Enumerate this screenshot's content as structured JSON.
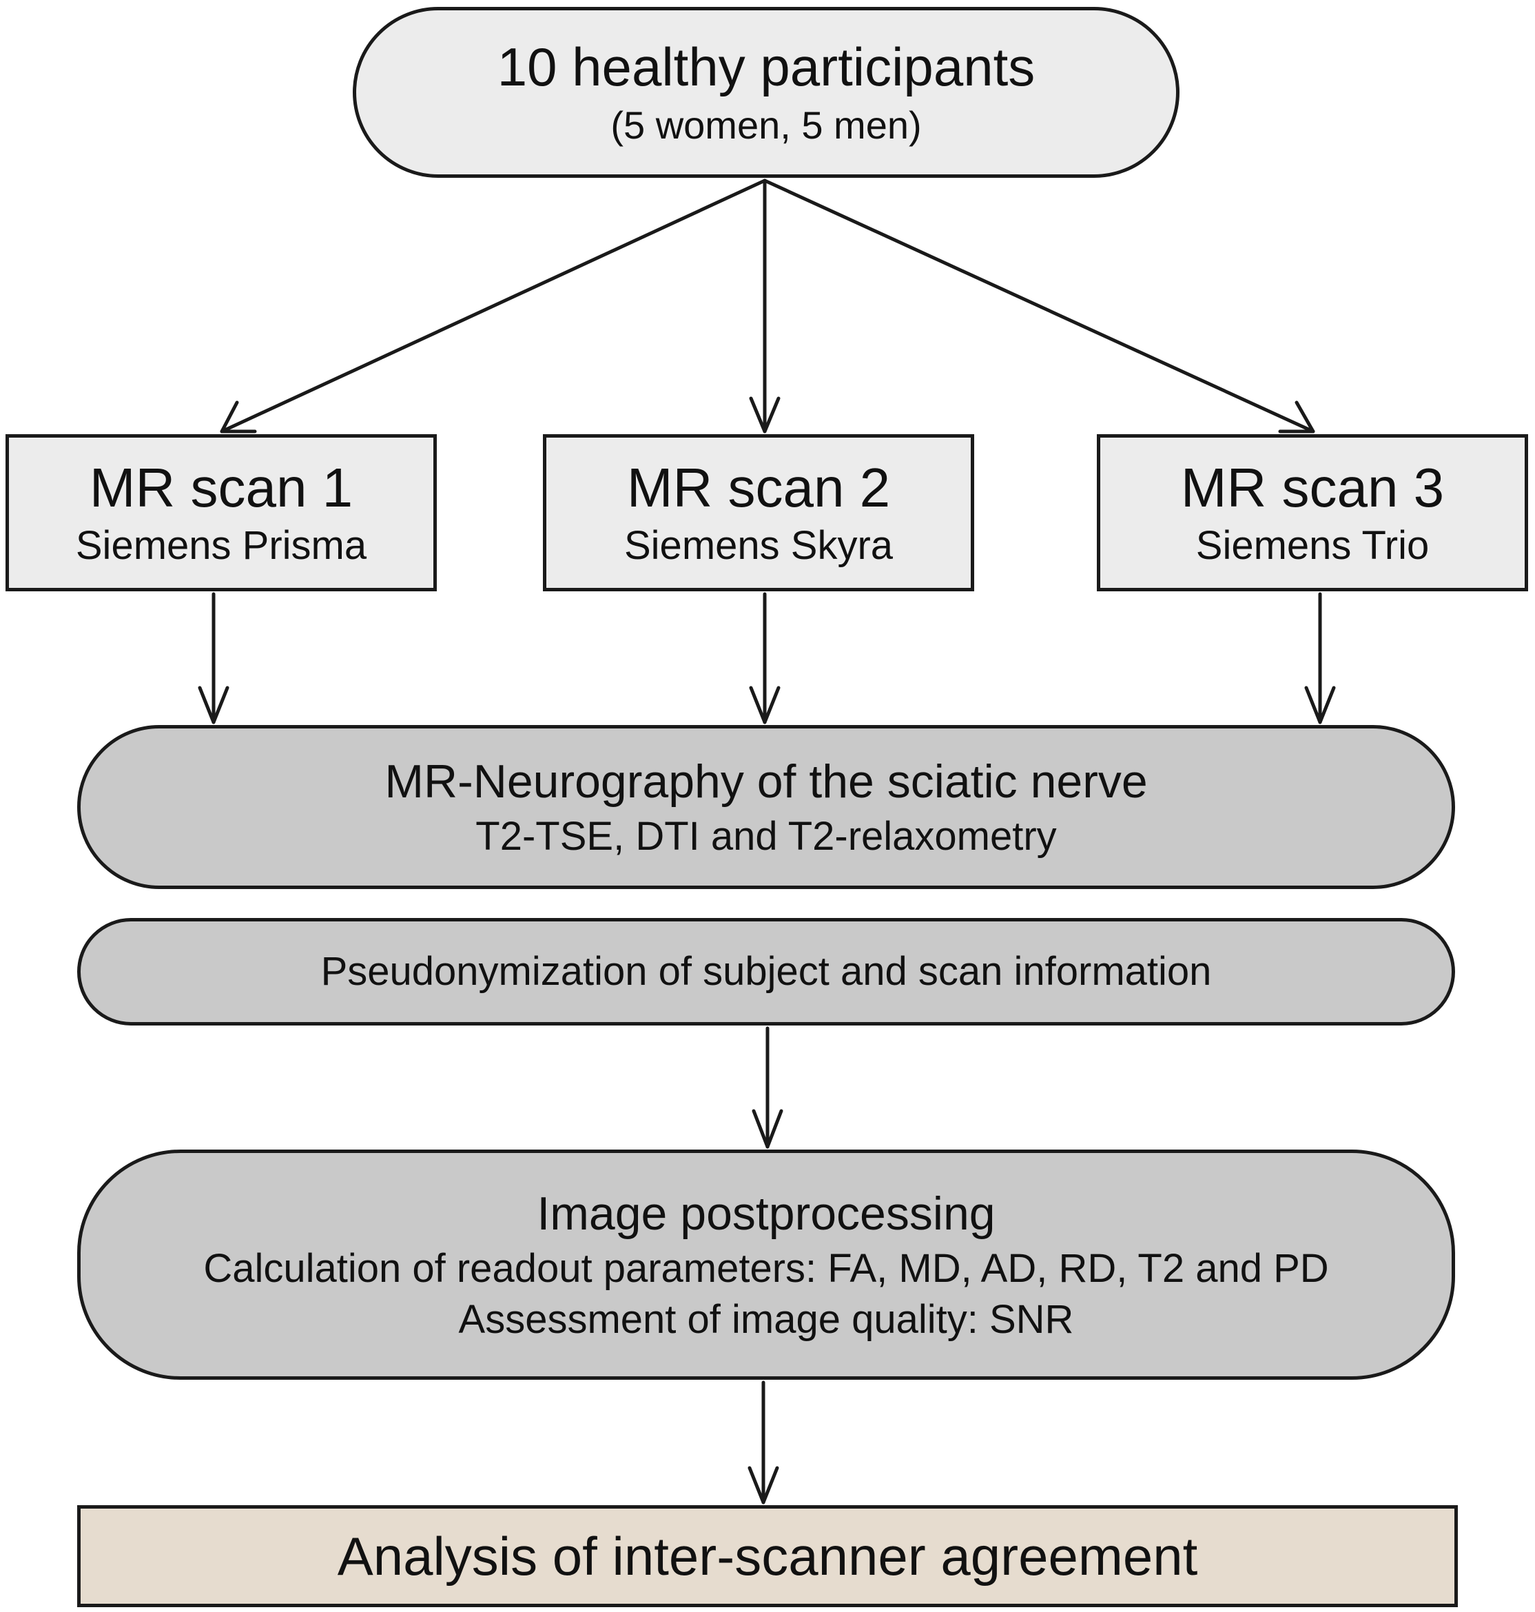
{
  "participants": {
    "title": "10 healthy participants",
    "subtitle": "(5 women, 5 men)"
  },
  "scans": [
    {
      "title": "MR scan 1",
      "scanner": "Siemens Prisma"
    },
    {
      "title": "MR scan 2",
      "scanner": "Siemens Skyra"
    },
    {
      "title": "MR scan 3",
      "scanner": "Siemens Trio"
    }
  ],
  "neurography": {
    "title": "MR-Neurography of the sciatic nerve",
    "subtitle": "T2-TSE, DTI and T2-relaxometry"
  },
  "pseudonymization": {
    "title": "Pseudonymization of subject and scan information"
  },
  "postprocessing": {
    "title": "Image postprocessing",
    "line1": "Calculation of readout parameters: FA, MD, AD, RD, T2 and PD",
    "line2": "Assessment of image quality: SNR"
  },
  "analysis": {
    "title": "Analysis of inter-scanner agreement"
  },
  "colors": {
    "light_box": "#ececec",
    "dark_box": "#c9c9c9",
    "final_box": "#e6dccf",
    "stroke": "#1a1a1a"
  }
}
